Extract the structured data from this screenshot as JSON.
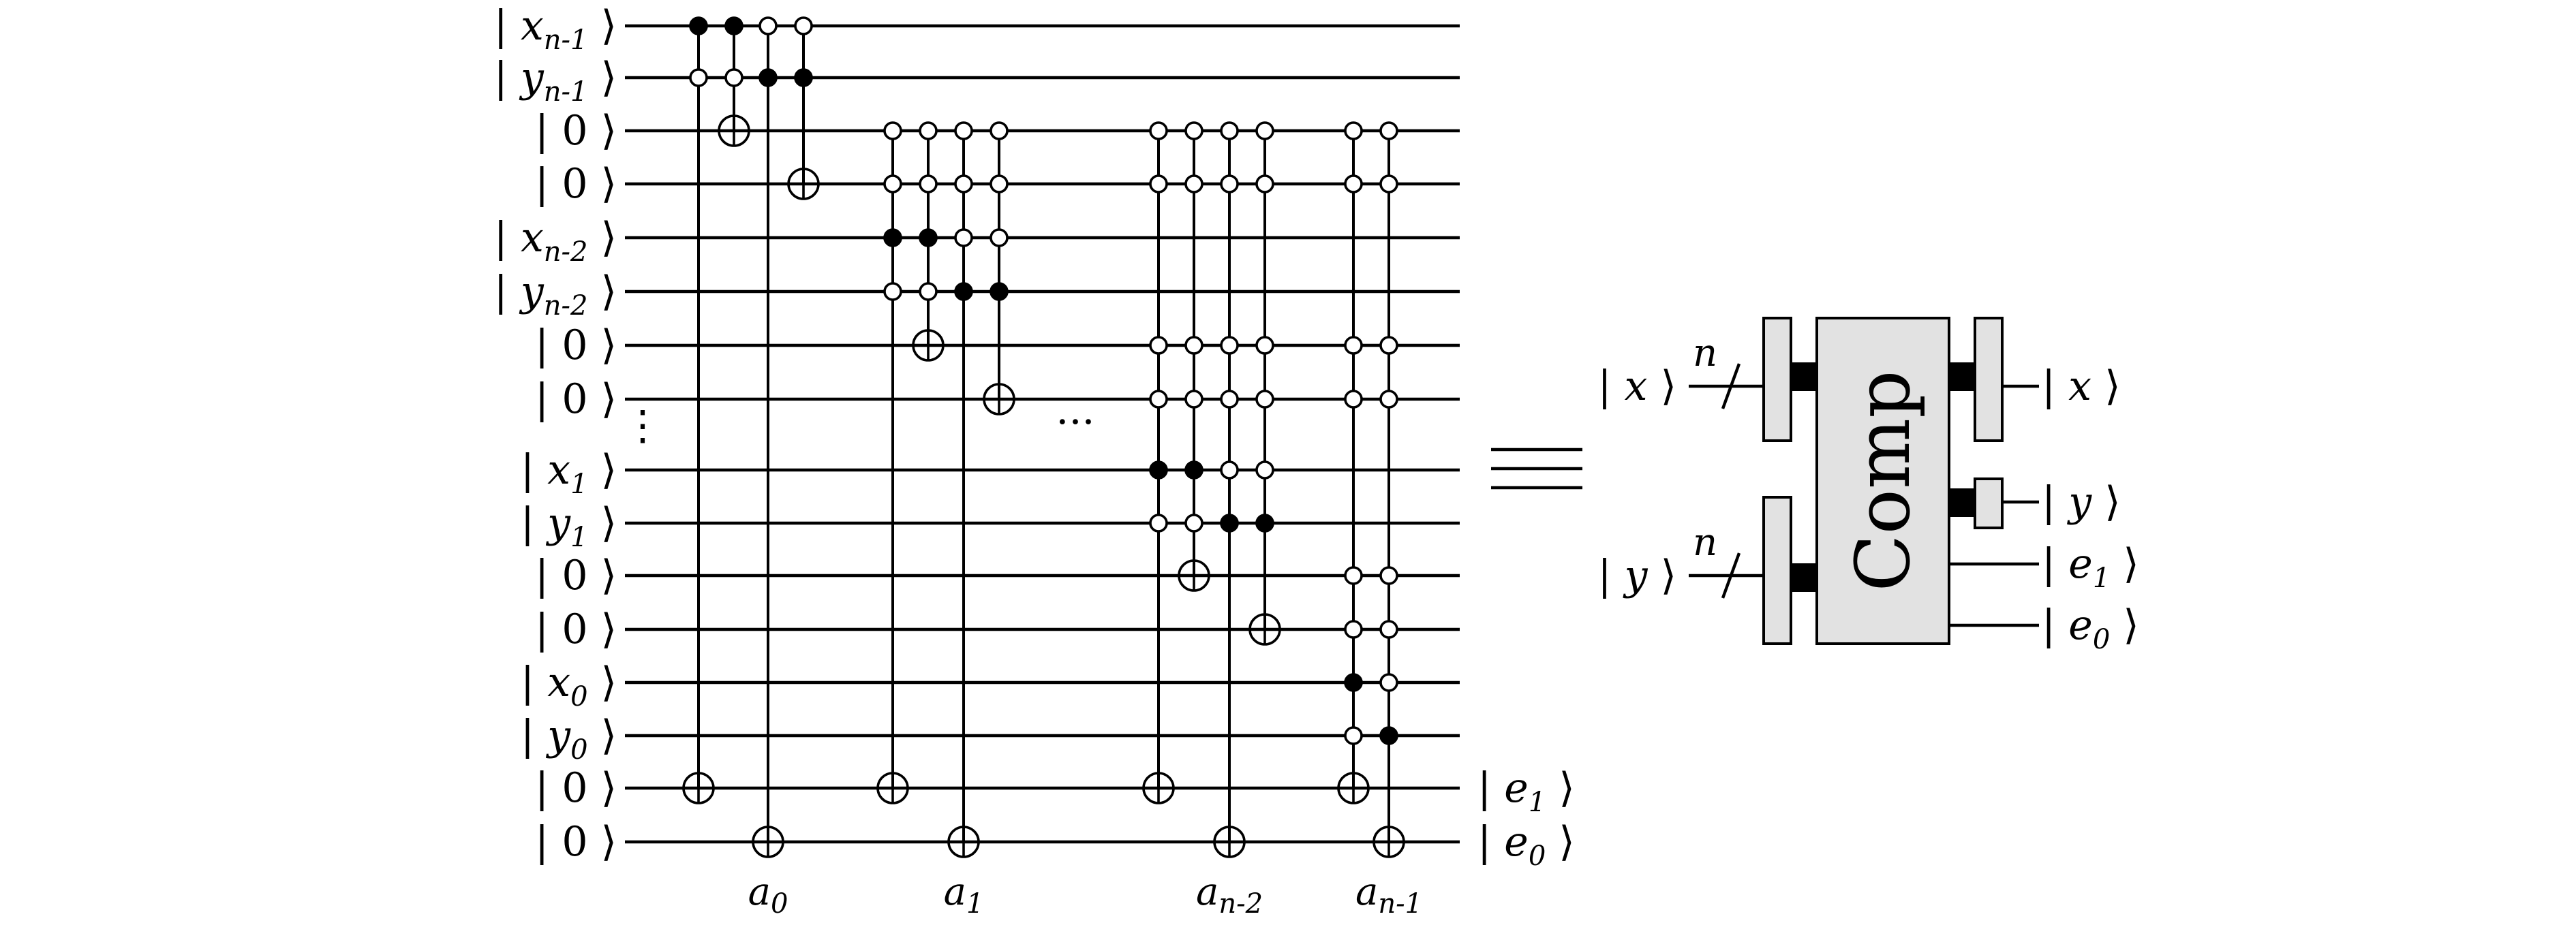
{
  "left_kets": [
    {
      "v": "x",
      "s": "n-1"
    },
    {
      "v": "y",
      "s": "n-1"
    },
    {
      "v": "0",
      "s": ""
    },
    {
      "v": "0",
      "s": ""
    },
    {
      "v": "x",
      "s": "n-2"
    },
    {
      "v": "y",
      "s": "n-2"
    },
    {
      "v": "0",
      "s": ""
    },
    {
      "v": "0",
      "s": ""
    },
    {
      "v": "x",
      "s": "1"
    },
    {
      "v": "y",
      "s": "1"
    },
    {
      "v": "0",
      "s": ""
    },
    {
      "v": "0",
      "s": ""
    },
    {
      "v": "x",
      "s": "0"
    },
    {
      "v": "y",
      "s": "0"
    },
    {
      "v": "0",
      "s": ""
    },
    {
      "v": "0",
      "s": ""
    }
  ],
  "output_kets": [
    {
      "v": "e",
      "s": "1"
    },
    {
      "v": "e",
      "s": "0"
    }
  ],
  "ancilla_labels": [
    {
      "v": "a",
      "s": "0"
    },
    {
      "v": "a",
      "s": "1"
    },
    {
      "v": "a",
      "s": "n-2"
    },
    {
      "v": "a",
      "s": "n-1"
    }
  ],
  "vertical_dots": "⋮",
  "horizontal_dots": "···",
  "equivalence": "≡",
  "block": {
    "label": "Comp",
    "bus_label": "n",
    "inputs": [
      {
        "v": "x",
        "s": ""
      },
      {
        "v": "y",
        "s": ""
      }
    ],
    "outputs": [
      {
        "v": "x",
        "s": ""
      },
      {
        "v": "y",
        "s": ""
      },
      {
        "v": "e",
        "s": "1"
      },
      {
        "v": "e",
        "s": "0"
      }
    ]
  }
}
